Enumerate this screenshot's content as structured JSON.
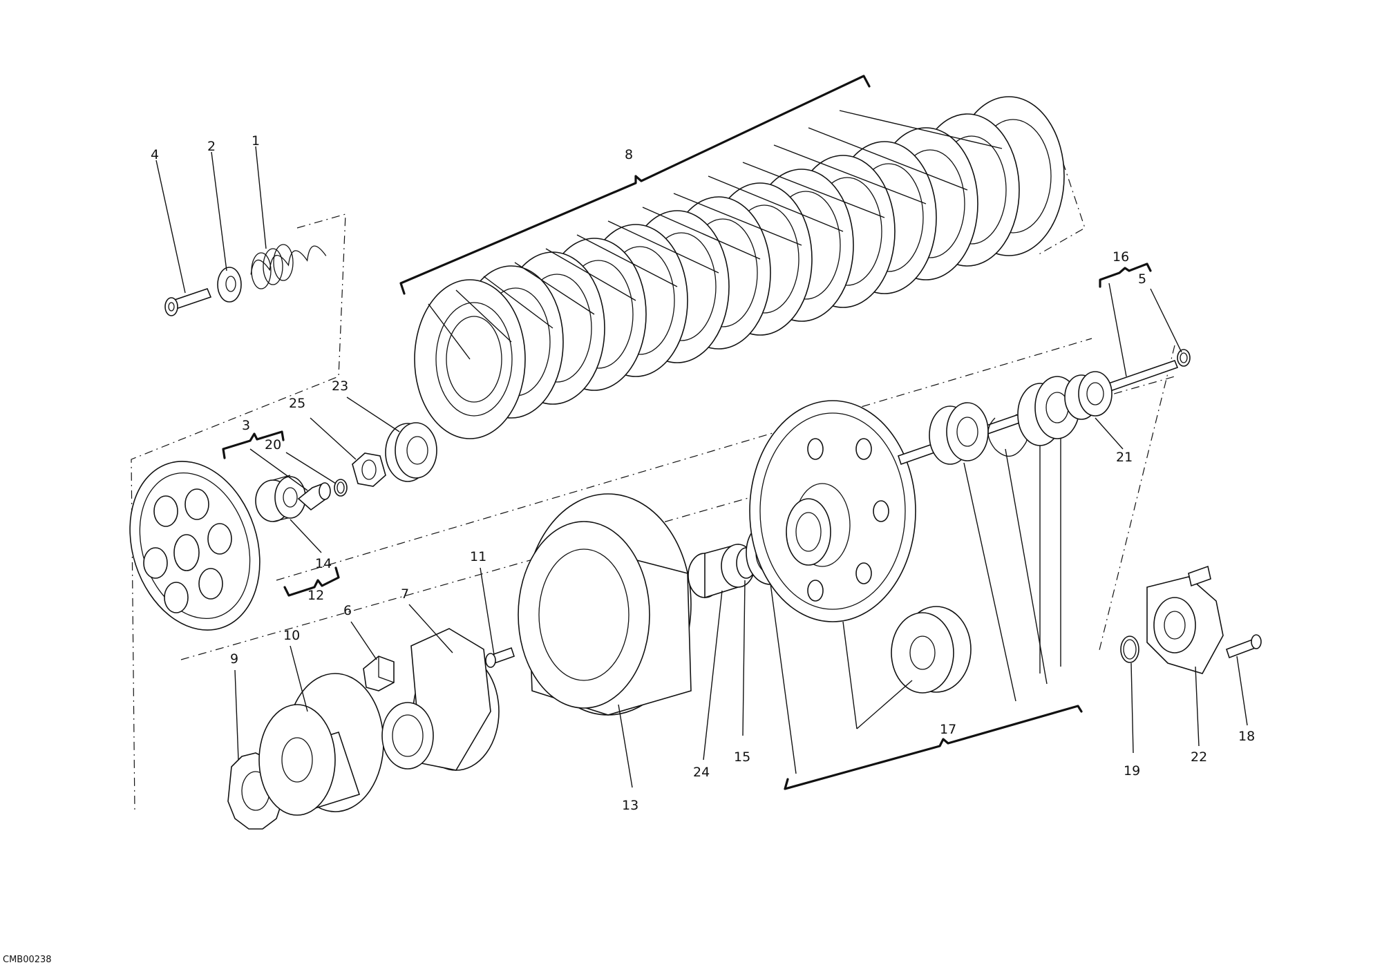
{
  "diagram": {
    "drawing_code": "CMB00238",
    "callouts": {
      "c1": "1",
      "c2": "2",
      "c3": "3",
      "c4": "4",
      "c5": "5",
      "c6": "6",
      "c7": "7",
      "c8": "8",
      "c9": "9",
      "c10": "10",
      "c11": "11",
      "c12": "12",
      "c13": "13",
      "c14": "14",
      "c15": "15",
      "c16": "16",
      "c17": "17",
      "c18": "18",
      "c19": "19",
      "c20": "20",
      "c21": "21",
      "c22": "22",
      "c23": "23",
      "c24": "24",
      "c25": "25"
    }
  }
}
